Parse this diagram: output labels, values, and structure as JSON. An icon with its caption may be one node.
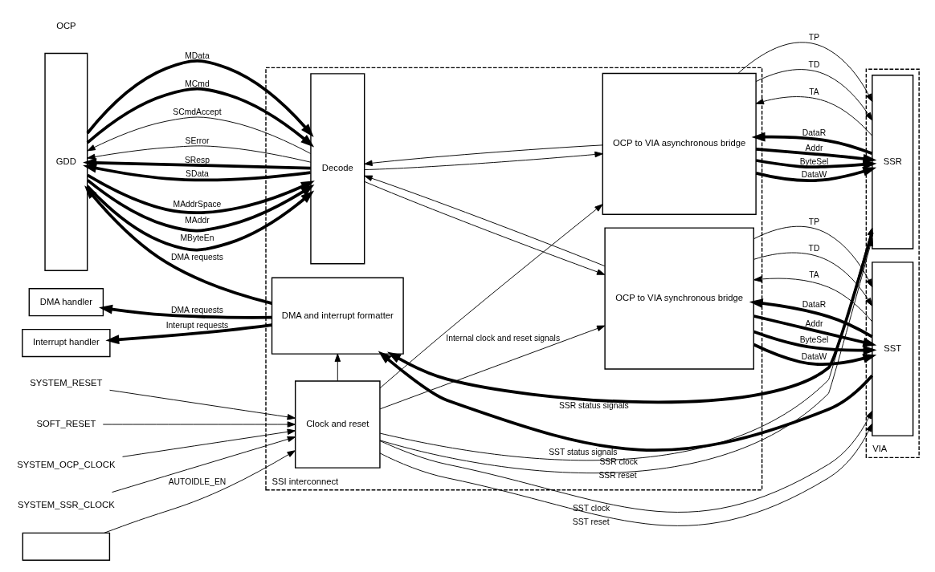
{
  "diagram": {
    "nodes": [
      {
        "text": [
          "GDD"
        ]
      },
      {
        "text": [
          "SSI interconnect"
        ]
      },
      {
        "text": [
          "Decode"
        ],
        "in": 1
      },
      {
        "text": [
          "OCP to VIA asynchronous bridge"
        ],
        "in": 1
      },
      {
        "text": [
          "DMA and interrupt formatter"
        ],
        "in": 1
      },
      {
        "text": [
          "OCP to VIA synchronous bridge"
        ],
        "in": 1
      },
      {
        "text": [
          "Clock and reset"
        ],
        "in": 1
      },
      {
        "text": [
          "VIA"
        ]
      },
      {
        "text": [
          "SSR"
        ],
        "in": 7
      },
      {
        "text": [
          "SST"
        ],
        "in": 7
      },
      {
        "text": [
          "DMA handler"
        ]
      },
      {
        "text": [
          "Interrupt handler"
        ]
      },
      {
        "text": [
          "SYSTEM_RESET"
        ]
      },
      {
        "text": [
          "SOFT_RESET"
        ]
      },
      {
        "text": [
          "SYSTEM_OCP_CLOCK"
        ]
      },
      {
        "text": [
          "SYSTEM_SSR_CLOCK"
        ]
      },
      {
        "text": [],
        "shape": "box"
      }
    ],
    "edges": [
      {
        "from": 0,
        "to": 2,
        "arrow": "to",
        "label": "MAddrSpace",
        "style": "thick"
      },
      {
        "from": 0,
        "to": 2,
        "arrow": "to",
        "label": "MAddr",
        "style": "thick"
      },
      {
        "from": 0,
        "to": 2,
        "arrow": "to",
        "label": "MByteEn",
        "style": "thick"
      },
      {
        "from": 0,
        "to": 2,
        "arrow": "to",
        "label": "MData",
        "style": "thick"
      },
      {
        "from": 0,
        "to": 2,
        "arrow": "to",
        "label": "MCmd",
        "style": "thick"
      },
      {
        "from": 2,
        "to": 0,
        "arrow": "to",
        "label": "SCmdAccept"
      },
      {
        "from": 2,
        "to": 0,
        "arrow": "to",
        "label": "SError"
      },
      {
        "from": 2,
        "to": 0,
        "arrow": "to",
        "label": "SResp",
        "style": "thick"
      },
      {
        "from": 2,
        "to": 0,
        "arrow": "to",
        "label": "SData",
        "style": "thick"
      },
      {
        "from": 2,
        "to": 3,
        "arrow": "to"
      },
      {
        "from": 3,
        "to": 2,
        "arrow": "to"
      },
      {
        "from": 3,
        "to": 8,
        "arrow": "to",
        "label": "Addr",
        "style": "thick"
      },
      {
        "from": 3,
        "to": 8,
        "arrow": "to",
        "label": "ByteSel",
        "style": "thick"
      },
      {
        "from": 3,
        "to": 8,
        "arrow": "to",
        "label": "DataW",
        "style": "thick"
      },
      {
        "from": 3,
        "to": 8,
        "arrow": "to",
        "label": "TP"
      },
      {
        "from": 3,
        "to": 8,
        "arrow": "to",
        "label": "TD"
      },
      {
        "from": 8,
        "to": 3,
        "arrow": "to",
        "label": "TA"
      },
      {
        "from": 8,
        "to": 3,
        "arrow": "to",
        "label": "DataR",
        "style": "thick"
      },
      {
        "from": 8,
        "to": 4,
        "arrow": "to",
        "label": "SSR status signals",
        "style": "thick"
      },
      {
        "from": 9,
        "to": 4,
        "arrow": "to",
        "label": "SST status signals",
        "style": "thick"
      },
      {
        "from": 4,
        "to": 0,
        "arrow": "to",
        "label": "DMA requests",
        "style": "thick"
      },
      {
        "from": 4,
        "to": 10,
        "arrow": "to",
        "label": "DMA requests",
        "style": "thick"
      },
      {
        "from": 4,
        "to": 11,
        "arrow": "to",
        "label": "Interupt requests",
        "style": "thick"
      },
      {
        "from": 2,
        "to": 5,
        "arrow": "to"
      },
      {
        "from": 5,
        "to": 2,
        "arrow": "to"
      },
      {
        "from": 5,
        "to": 9,
        "arrow": "to",
        "label": "Addr",
        "style": "thick"
      },
      {
        "from": 5,
        "to": 9,
        "arrow": "to",
        "label": "ByteSel",
        "style": "thick"
      },
      {
        "from": 5,
        "to": 9,
        "arrow": "to",
        "label": "DataW",
        "style": "thick"
      },
      {
        "from": 5,
        "to": 9,
        "arrow": "to",
        "label": "TP"
      },
      {
        "from": 5,
        "to": 9,
        "arrow": "to",
        "label": "TD"
      },
      {
        "from": 9,
        "to": 5,
        "arrow": "to",
        "label": "TA"
      },
      {
        "from": 9,
        "to": 5,
        "arrow": "to",
        "label": "DataR",
        "style": "thick"
      },
      {
        "from": 6,
        "to": 5,
        "arrow": "to",
        "label": "Internal clock and reset signals"
      },
      {
        "from": 6,
        "to": 3,
        "arrow": "to"
      },
      {
        "from": 6,
        "to": 4,
        "arrow": "to"
      },
      {
        "from": 6,
        "to": 9,
        "arrow": "to",
        "label": "SST reset"
      },
      {
        "from": 6,
        "to": 9,
        "arrow": "to",
        "label": "SST clock"
      },
      {
        "from": 6,
        "to": 8,
        "arrow": "to",
        "label": "SSR reset"
      },
      {
        "from": 6,
        "to": 8,
        "arrow": "to",
        "label": "SSR clock"
      },
      {
        "from": 12,
        "to": 6,
        "arrow": "to"
      },
      {
        "from": 13,
        "to": 6,
        "arrow": "to"
      },
      {
        "from": 14,
        "to": 6,
        "arrow": "to"
      },
      {
        "from": 15,
        "to": 6,
        "arrow": "to"
      },
      {
        "from": 16,
        "to": 6,
        "arrow": "to",
        "label": "AUTOIDLE_EN"
      }
    ],
    "labels": [
      "OCP"
    ]
  }
}
